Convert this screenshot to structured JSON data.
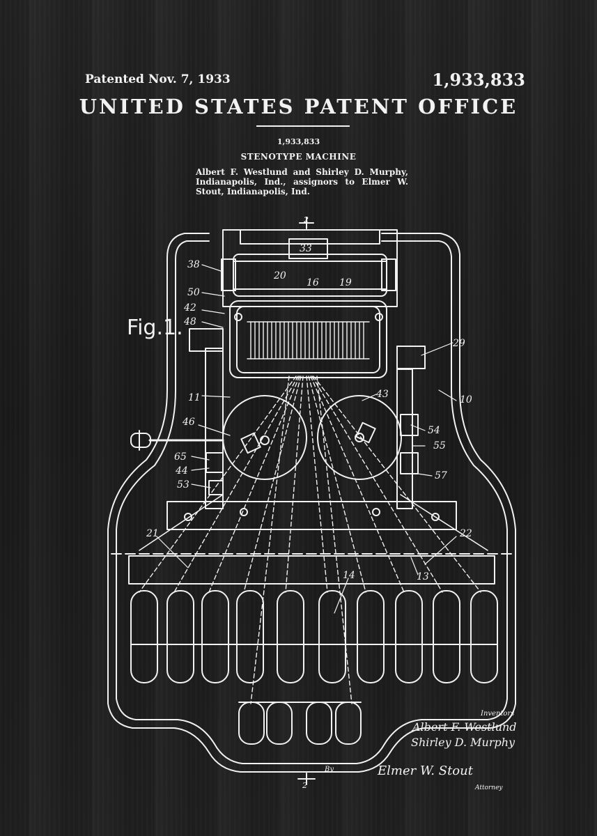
{
  "header": {
    "patented": "Patented Nov. 7, 1933",
    "patent_number": "1,933,833",
    "office": "UNITED STATES PATENT OFFICE"
  },
  "spec": {
    "number": "1,933,833",
    "title": "STENOTYPE MACHINE",
    "inventors_lines": [
      "Albert F. Westlund and Shirley D. Murphy,",
      "Indianapolis, Ind., assignors to Elmer W.",
      "Stout, Indianapolis, Ind."
    ]
  },
  "drawing": {
    "figure_label": "Fig.1.",
    "section_mark_top": "2",
    "section_mark_bottom": "2",
    "reference_numerals": [
      "33",
      "38",
      "20",
      "16",
      "19",
      "50",
      "42",
      "48",
      "29",
      "11",
      "43",
      "10",
      "46",
      "54",
      "55",
      "65",
      "44",
      "57",
      "53",
      "21",
      "22",
      "14",
      "13"
    ],
    "inventors_heading": "Inventors",
    "inventor_1": "Albert F. Westlund",
    "inventor_2": "Shirley D. Murphy",
    "by_label": "By",
    "attorney_signature": "Elmer W. Stout",
    "attorney_label": "Attorney"
  },
  "colors": {
    "background": "#1b1b1b",
    "ink": "#f2f2f2"
  }
}
